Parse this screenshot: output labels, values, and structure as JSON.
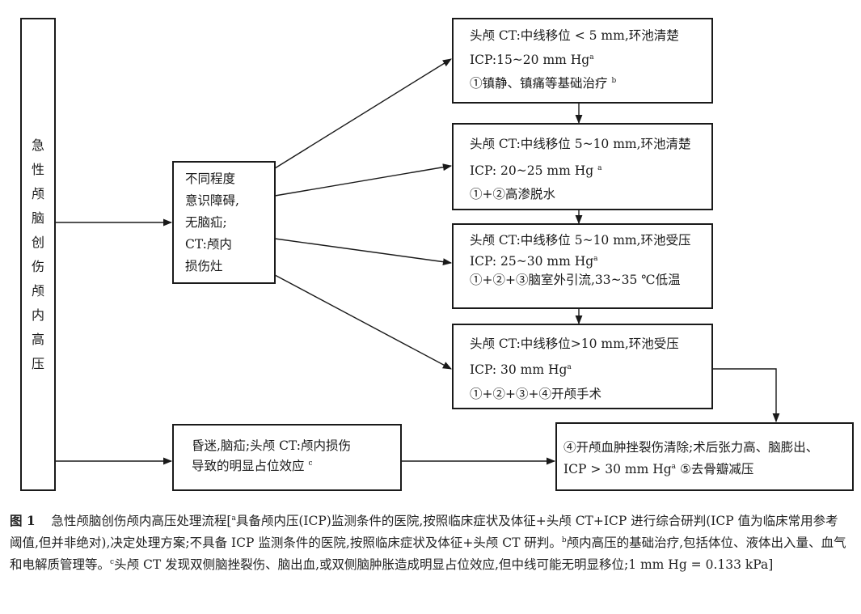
{
  "left_box": {
    "chars": [
      "急",
      "性",
      "颅",
      "脑",
      "创",
      "伤",
      "颅",
      "内",
      "高",
      "压"
    ]
  },
  "middle_box": {
    "lines": [
      "不同程度",
      "意识障碍,",
      "无脑疝;",
      "CT:颅内",
      "损伤灶"
    ]
  },
  "stage1": {
    "line1": "头颅 CT:中线移位 < 5 mm,环池清楚",
    "line2": "ICP:15~20 mm Hg",
    "line2_sup": "a",
    "line3": "①镇静、镇痛等基础治疗",
    "line3_sup": "b"
  },
  "stage2": {
    "line1": "头颅 CT:中线移位 5~10 mm,环池清楚",
    "line2": "ICP: 20~25 mm Hg",
    "line2_sup": "a",
    "line3": "①+②高渗脱水"
  },
  "stage3": {
    "line1": "头颅 CT:中线移位 5~10 mm,环池受压",
    "line2": "ICP: 25~30 mm Hg",
    "line2_sup": "a",
    "line3": "①+②+③脑室外引流,33~35 ℃低温"
  },
  "stage4": {
    "line1": "头颅 CT:中线移位>10 mm,环池受压",
    "line2": "ICP: 30 mm Hg",
    "line2_sup": "a",
    "line3": "①+②+③+④开颅手术"
  },
  "coma_box": {
    "line1": "昏迷,脑疝;头颅 CT:颅内损伤",
    "line2": "导致的明显占位效应",
    "line2_sup": "c"
  },
  "final_box": {
    "line1": "④开颅血肿挫裂伤清除;术后张力高、脑膨出、",
    "line2a": "ICP > 30 mm Hg",
    "line2_sup": "a",
    "line2b": " ⑤去骨瓣减压"
  },
  "caption": {
    "label": "图 1",
    "text_start": "急性颅脑创伤颅内高压处理流程[",
    "sup_a": "a",
    "text_a": "具备颅内压(ICP)监测条件的医院,按照临床症状及体征+头颅 CT+ICP 进行综合研判(ICP 值为临床常用参考阈值,但并非绝对),决定处理方案;不具备 ICP 监测条件的医院,按照临床症状及体征+头颅 CT 研判。",
    "sup_b": "b",
    "text_b": "颅内高压的基础治疗,包括体位、液体出入量、血气和电解质管理等。",
    "sup_c": "c",
    "text_c": "头颅 CT 发现双侧脑挫裂伤、脑出血,或双侧脑肿胀造成明显占位效应,但中线可能无明显移位;1 mm Hg = 0.133 kPa]"
  }
}
